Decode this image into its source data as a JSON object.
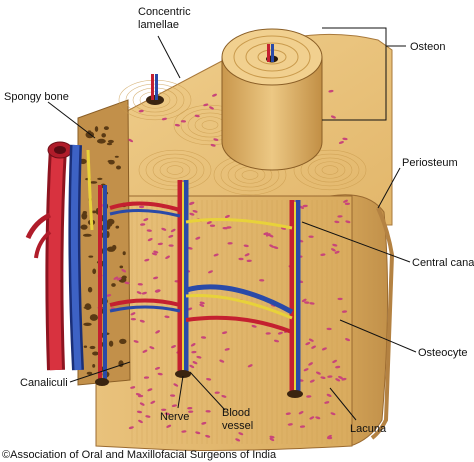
{
  "labels": {
    "concentric_1": "Concentric",
    "concentric_2": "lamellae",
    "osteon": "Osteon",
    "spongy_bone": "Spongy bone",
    "periosteum": "Periosteum",
    "central_canal": "Central canal",
    "osteocyte": "Osteocyte",
    "canaliculi": "Canaliculi",
    "nerve": "Nerve",
    "blood_1": "Blood",
    "blood_2": "vessel",
    "lacuna": "Lacuna"
  },
  "credit": "©Association of Oral and Maxillofacial Surgeons of India",
  "colors": {
    "bone": "#e7c079",
    "bone_dark": "#c99a4c",
    "bone_light": "#f2d49c",
    "artery": "#c42030",
    "vein": "#2a4aa8",
    "nerve": "#e8d23a",
    "lacuna": "#c8457a"
  }
}
